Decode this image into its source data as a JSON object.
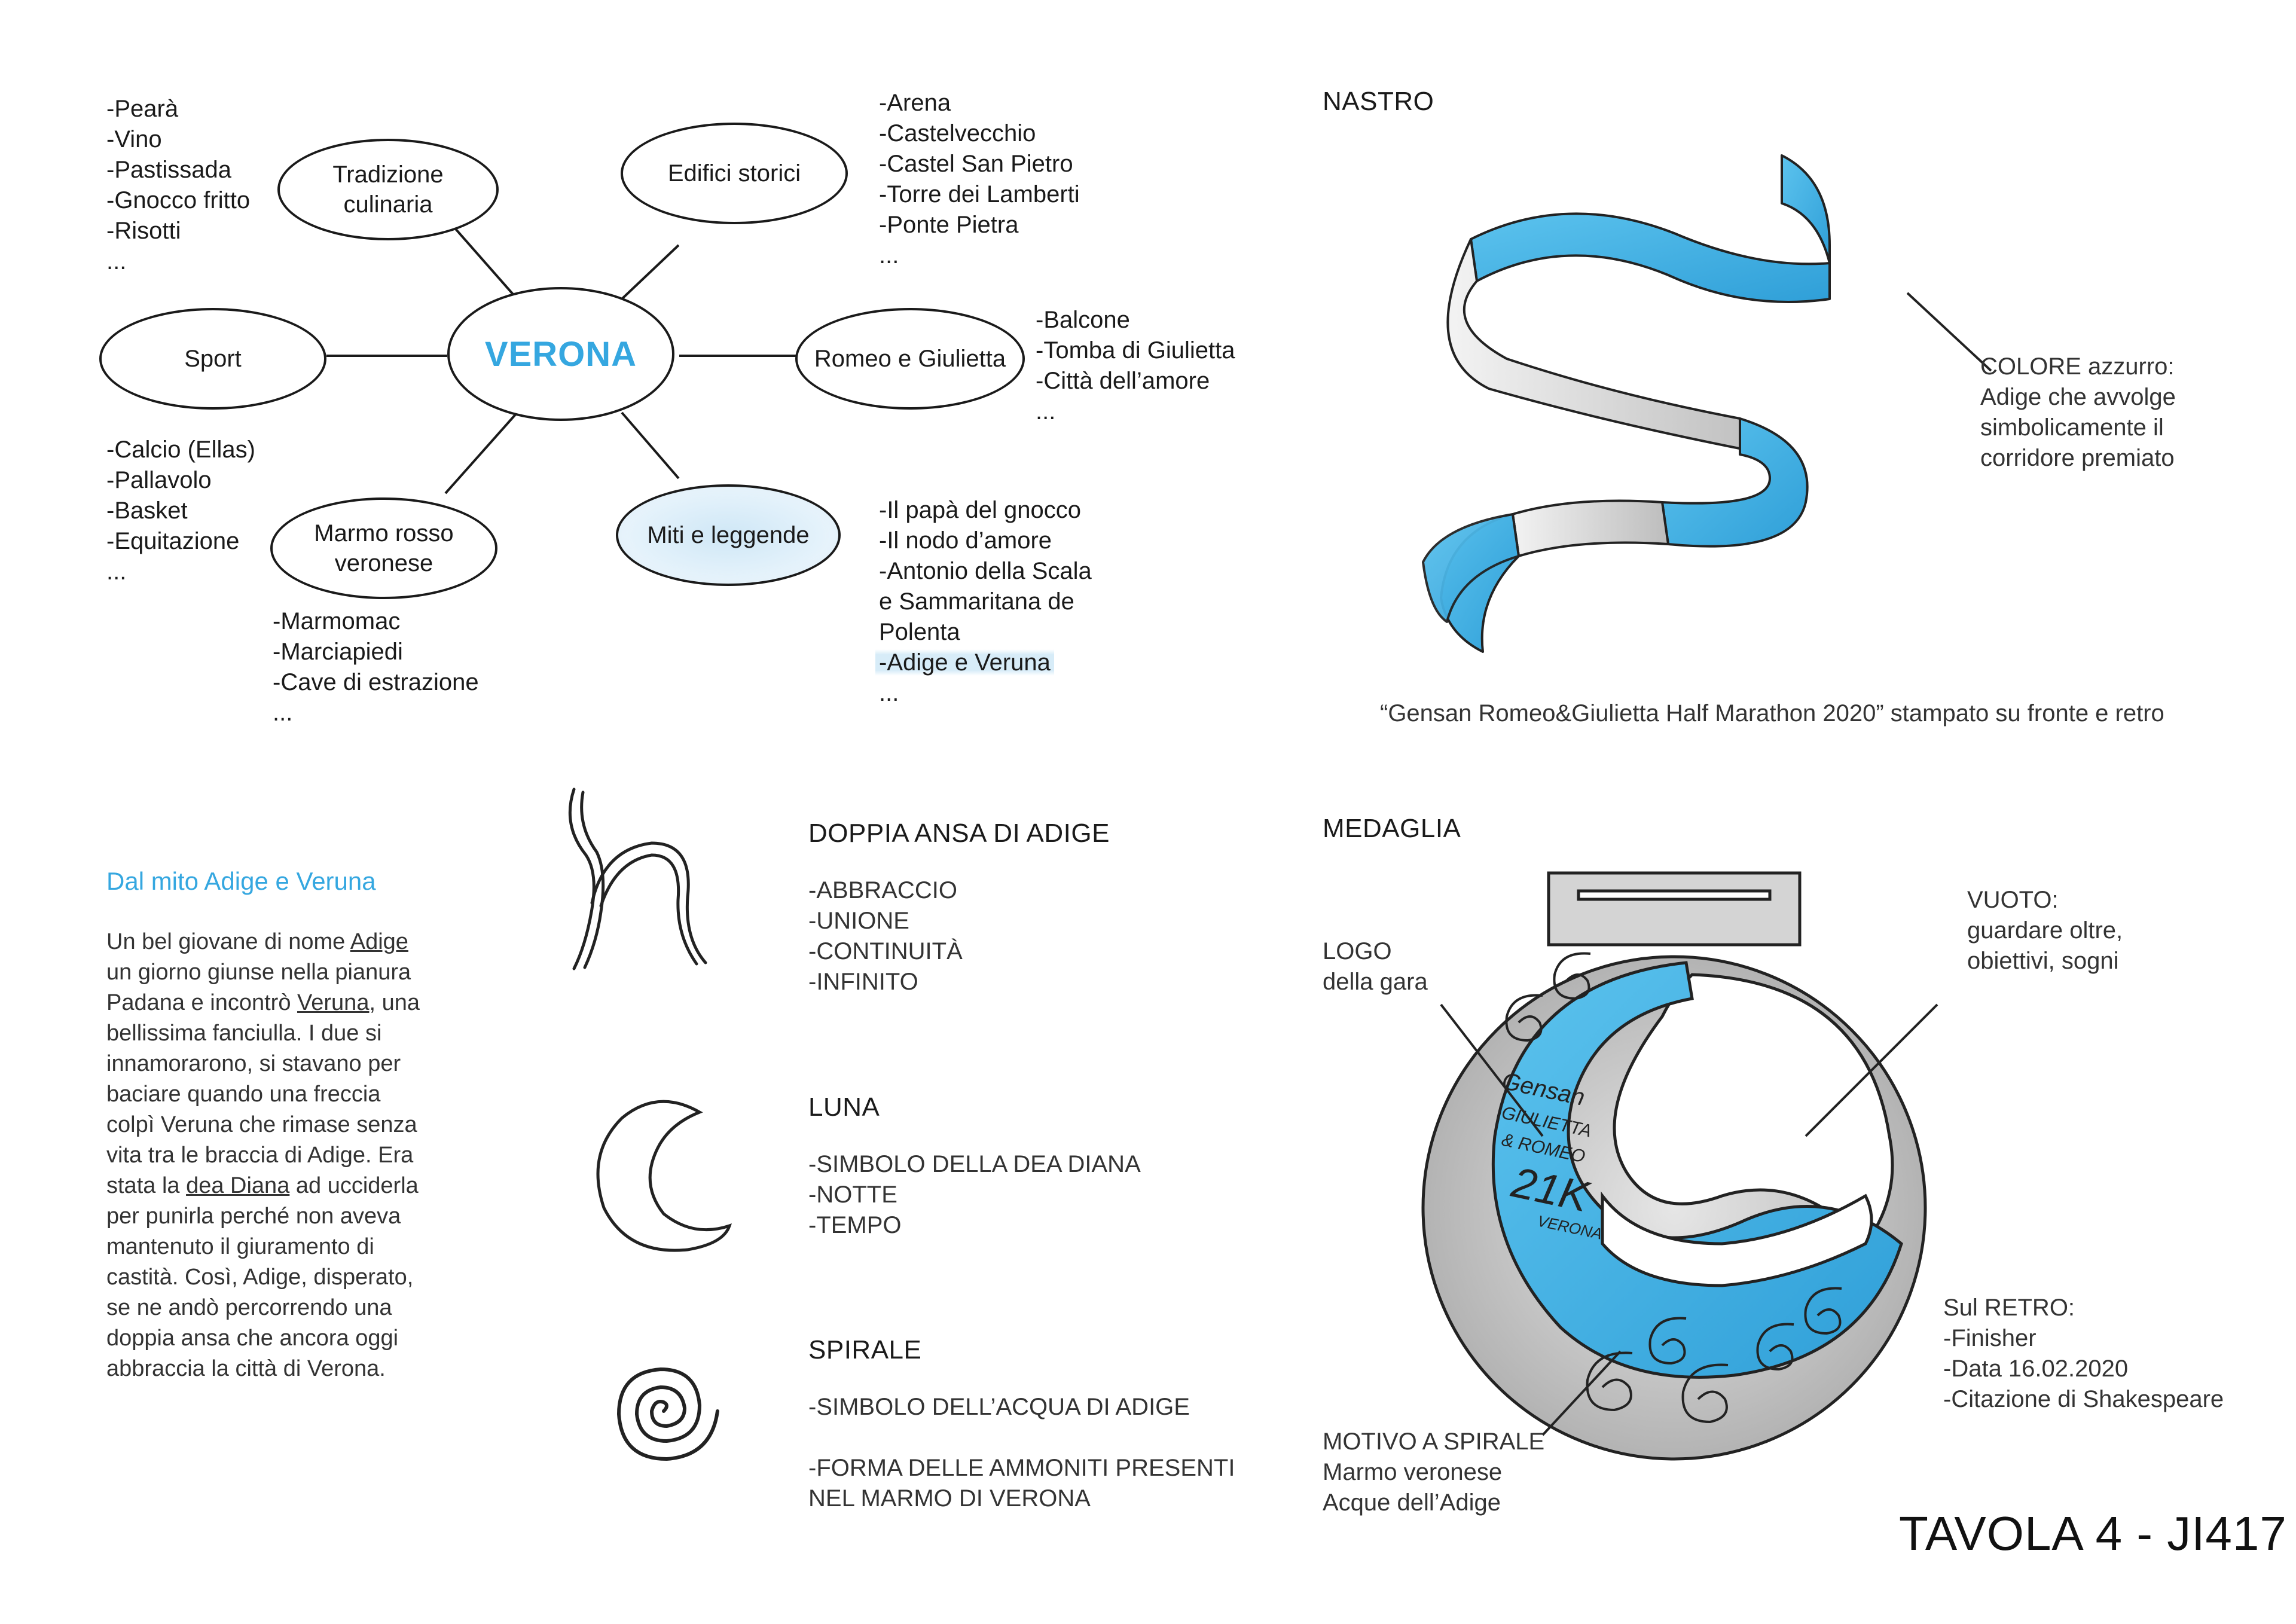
{
  "mindmap": {
    "center": "VERONA",
    "nodes": [
      {
        "id": "tradizione",
        "label_lines": [
          "Tradizione",
          "culinaria"
        ]
      },
      {
        "id": "edifici",
        "label_lines": [
          "Edifici storici"
        ]
      },
      {
        "id": "sport",
        "label_lines": [
          "Sport"
        ]
      },
      {
        "id": "romeo",
        "label_lines": [
          "Romeo e Giulietta"
        ]
      },
      {
        "id": "marmo",
        "label_lines": [
          "Marmo rosso",
          "veronese"
        ]
      },
      {
        "id": "miti",
        "label_lines": [
          "Miti e leggende"
        ]
      }
    ],
    "lists": {
      "tradizione": [
        "-Pearà",
        "-Vino",
        "-Pastissada",
        "-Gnocco fritto",
        "-Risotti",
        "..."
      ],
      "edifici": [
        "-Arena",
        "-Castelvecchio",
        "-Castel San Pietro",
        "-Torre dei Lamberti",
        "-Ponte Pietra",
        "..."
      ],
      "romeo": [
        "-Balcone",
        "-Tomba di Giulietta",
        "-Città dell’amore",
        "..."
      ],
      "sport": [
        "-Calcio (Ellas)",
        "-Pallavolo",
        "-Basket",
        "-Equitazione",
        "..."
      ],
      "marmo": [
        "-Marmomac",
        "-Marciapiedi",
        "-Cave di estrazione",
        "..."
      ],
      "miti": [
        "-Il papà del gnocco",
        "-Il nodo d’amore",
        "-Antonio della Scala",
        "e Sammaritana de",
        "Polenta",
        "-Adige e Veruna",
        "..."
      ]
    }
  },
  "nastro": {
    "heading": "NASTRO",
    "note": [
      "COLORE azzurro:",
      "Adige che avvolge",
      "simbolicamente il",
      "corridore premiato"
    ],
    "caption": "“Gensan Romeo&Giulietta Half Marathon 2020” stampato su fronte e retro"
  },
  "story": {
    "title": "Dal mito Adige e Veruna",
    "lines": [
      [
        "Un bel giovane di nome ",
        {
          "u": "Adige"
        }
      ],
      [
        "un giorno giunse nella pianura"
      ],
      [
        "Padana e incontrò ",
        {
          "u": "Veruna"
        },
        ", una"
      ],
      [
        "bellissima fanciulla. I due si"
      ],
      [
        "innamorarono, si stavano per"
      ],
      [
        "baciare quando una freccia"
      ],
      [
        "colpì Veruna che rimase senza"
      ],
      [
        "vita tra le braccia di Adige. Era"
      ],
      [
        "stata la ",
        {
          "u": "dea Diana"
        },
        " ad ucciderla"
      ],
      [
        "per punirla perché non aveva"
      ],
      [
        "mantenuto il giuramento di"
      ],
      [
        "castità.  Così, Adige, disperato,"
      ],
      [
        "se ne andò percorrendo una"
      ],
      [
        "doppia ansa che ancora oggi"
      ],
      [
        "abbraccia la città di Verona."
      ]
    ]
  },
  "symbols": [
    {
      "heading": "DOPPIA ANSA DI ADIGE",
      "items": [
        "-ABBRACCIO",
        "-UNIONE",
        "-CONTINUITÀ",
        "-INFINITO"
      ]
    },
    {
      "heading": "LUNA",
      "items": [
        "-SIMBOLO DELLA DEA DIANA",
        "-NOTTE",
        "-TEMPO"
      ]
    },
    {
      "heading": "SPIRALE",
      "items": [
        "-SIMBOLO DELL’ACQUA DI ADIGE",
        "",
        "-FORMA DELLE AMMONITI PRESENTI",
        "NEL MARMO DI VERONA"
      ]
    }
  ],
  "medaglia": {
    "heading": "MEDAGLIA",
    "logo": [
      "LOGO",
      "della gara"
    ],
    "vuoto": [
      "VUOTO:",
      "guardare oltre,",
      "obiettivi, sogni"
    ],
    "retro": [
      "Sul RETRO:",
      "-Finisher",
      "-Data 16.02.2020",
      "-Citazione di Shakespeare"
    ],
    "motivo": [
      "MOTIVO A SPIRALE",
      "Marmo veronese",
      "Acque dell’Adige"
    ],
    "logo_text": [
      "Gensan",
      "GIULIETTA",
      "& ROMEO",
      "21K",
      "VERONA"
    ]
  },
  "footer": "TAVOLA 4 - JI417",
  "colors": {
    "accent": "#35a7e0",
    "ink": "#1a1a1a",
    "silver": "#c9c9c9"
  }
}
